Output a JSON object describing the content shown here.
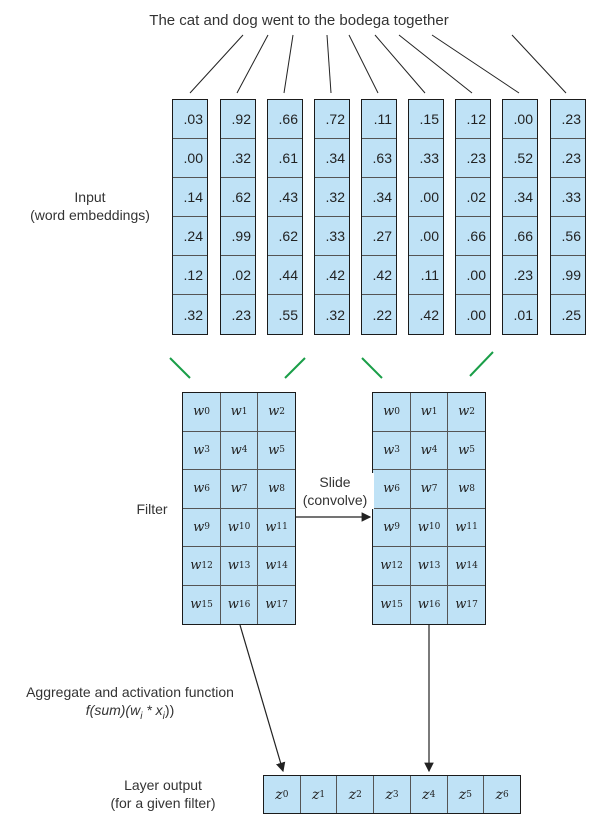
{
  "sentence": "The cat and dog went to the bodega together",
  "input_label": [
    "Input",
    "(word embeddings)"
  ],
  "filter_label": "Filter",
  "slide_label": [
    "Slide",
    "(convolve)"
  ],
  "aggregate_label": [
    "Aggregate and activation function",
    "f(sum)(w",
    "i",
    " * x",
    "i",
    "))"
  ],
  "layer_output_label": [
    "Layer output",
    "(for a given filter)"
  ],
  "embeddings": [
    [
      ".03",
      ".00",
      ".14",
      ".24",
      ".12",
      ".32"
    ],
    [
      ".92",
      ".32",
      ".62",
      ".99",
      ".02",
      ".23"
    ],
    [
      ".66",
      ".61",
      ".43",
      ".62",
      ".44",
      ".55"
    ],
    [
      ".72",
      ".34",
      ".32",
      ".33",
      ".42",
      ".32"
    ],
    [
      ".11",
      ".63",
      ".34",
      ".27",
      ".42",
      ".22"
    ],
    [
      ".15",
      ".33",
      ".00",
      ".00",
      ".11",
      ".42"
    ],
    [
      ".12",
      ".23",
      ".02",
      ".66",
      ".00",
      ".00"
    ],
    [
      ".00",
      ".52",
      ".34",
      ".66",
      ".23",
      ".01"
    ],
    [
      ".23",
      ".23",
      ".33",
      ".56",
      ".99",
      ".25"
    ]
  ],
  "filter_weights": [
    "0",
    "1",
    "2",
    "3",
    "4",
    "5",
    "6",
    "7",
    "8",
    "9",
    "10",
    "11",
    "12",
    "13",
    "14",
    "15",
    "16",
    "17"
  ],
  "filter_symbol": "w",
  "output_symbol": "z",
  "outputs": [
    "0",
    "1",
    "2",
    "3",
    "4",
    "5",
    "6"
  ],
  "colors": {
    "cell_fill": "#bfe2f6",
    "border": "#1b1b1b",
    "bracket": "#1a9e48"
  }
}
